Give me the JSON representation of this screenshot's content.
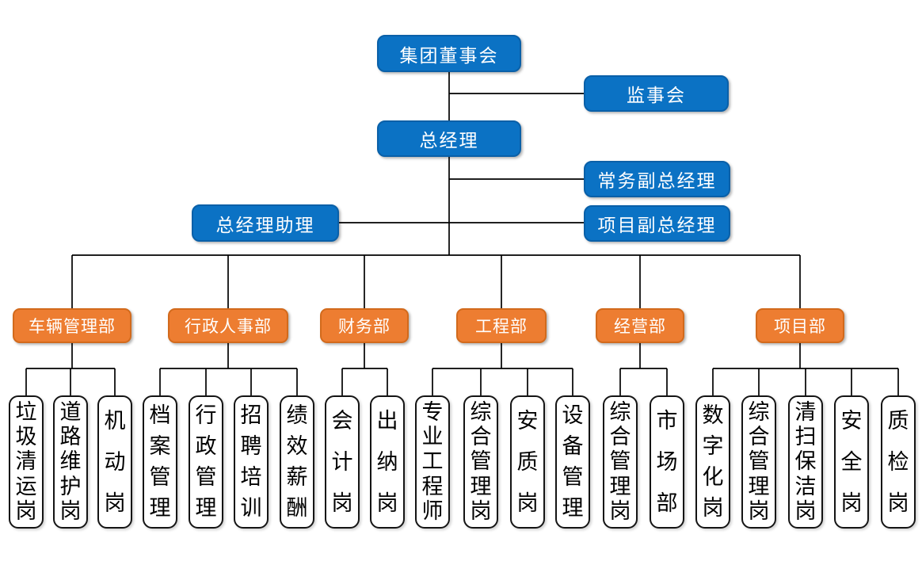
{
  "org": {
    "board": "集团董事会",
    "supervisory_board": "监事会",
    "general_manager": "总经理",
    "executive_deputy_gm": "常务副总经理",
    "project_deputy_gm": "项目副总经理",
    "gm_assistant": "总经理助理",
    "departments": [
      {
        "label": "车辆管理部",
        "positions": [
          "垃圾清运岗",
          "道路维护岗",
          "机动岗"
        ]
      },
      {
        "label": "行政人事部",
        "positions": [
          "档案管理",
          "行政管理",
          "招聘培训",
          "绩效薪酬"
        ]
      },
      {
        "label": "财务部",
        "positions": [
          "会计岗",
          "出纳岗"
        ]
      },
      {
        "label": "工程部",
        "positions": [
          "专业工程师",
          "综合管理岗",
          "安质岗",
          "设备管理"
        ]
      },
      {
        "label": "经营部",
        "positions": [
          "综合管理岗",
          "市场部"
        ]
      },
      {
        "label": "项目部",
        "positions": [
          "数字化岗",
          "综合管理岗",
          "清扫保洁岗",
          "安全岗",
          "质检岗"
        ]
      }
    ],
    "colors": {
      "node_blue": "#0b72c4",
      "node_orange": "#ed7d31",
      "connector": "#000000",
      "position_border": "#141414"
    }
  }
}
